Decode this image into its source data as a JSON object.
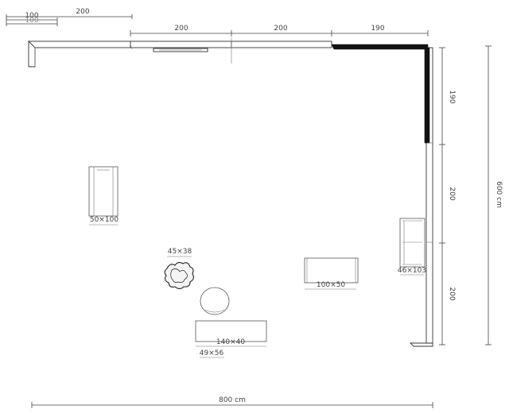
{
  "colors": {
    "line": "#444444",
    "wall_fill": "#111111",
    "background": "#ffffff"
  },
  "dimensions": {
    "top_left_100": "100",
    "top_left_100_overlap": "100",
    "top_left_200": "200",
    "wall_top_1": "200",
    "wall_top_2": "200",
    "wall_top_3": "190",
    "wall_right_1": "190",
    "wall_right_2": "200",
    "wall_right_3": "200",
    "overall_height": "600 cm",
    "overall_width": "800 cm"
  },
  "furniture": {
    "cabinet_label": "50×100",
    "plant_label": "45×38",
    "sofa_label": "100×50",
    "shelf_label": "46×103",
    "table_label": "140×40",
    "stool_label": "49×56"
  }
}
